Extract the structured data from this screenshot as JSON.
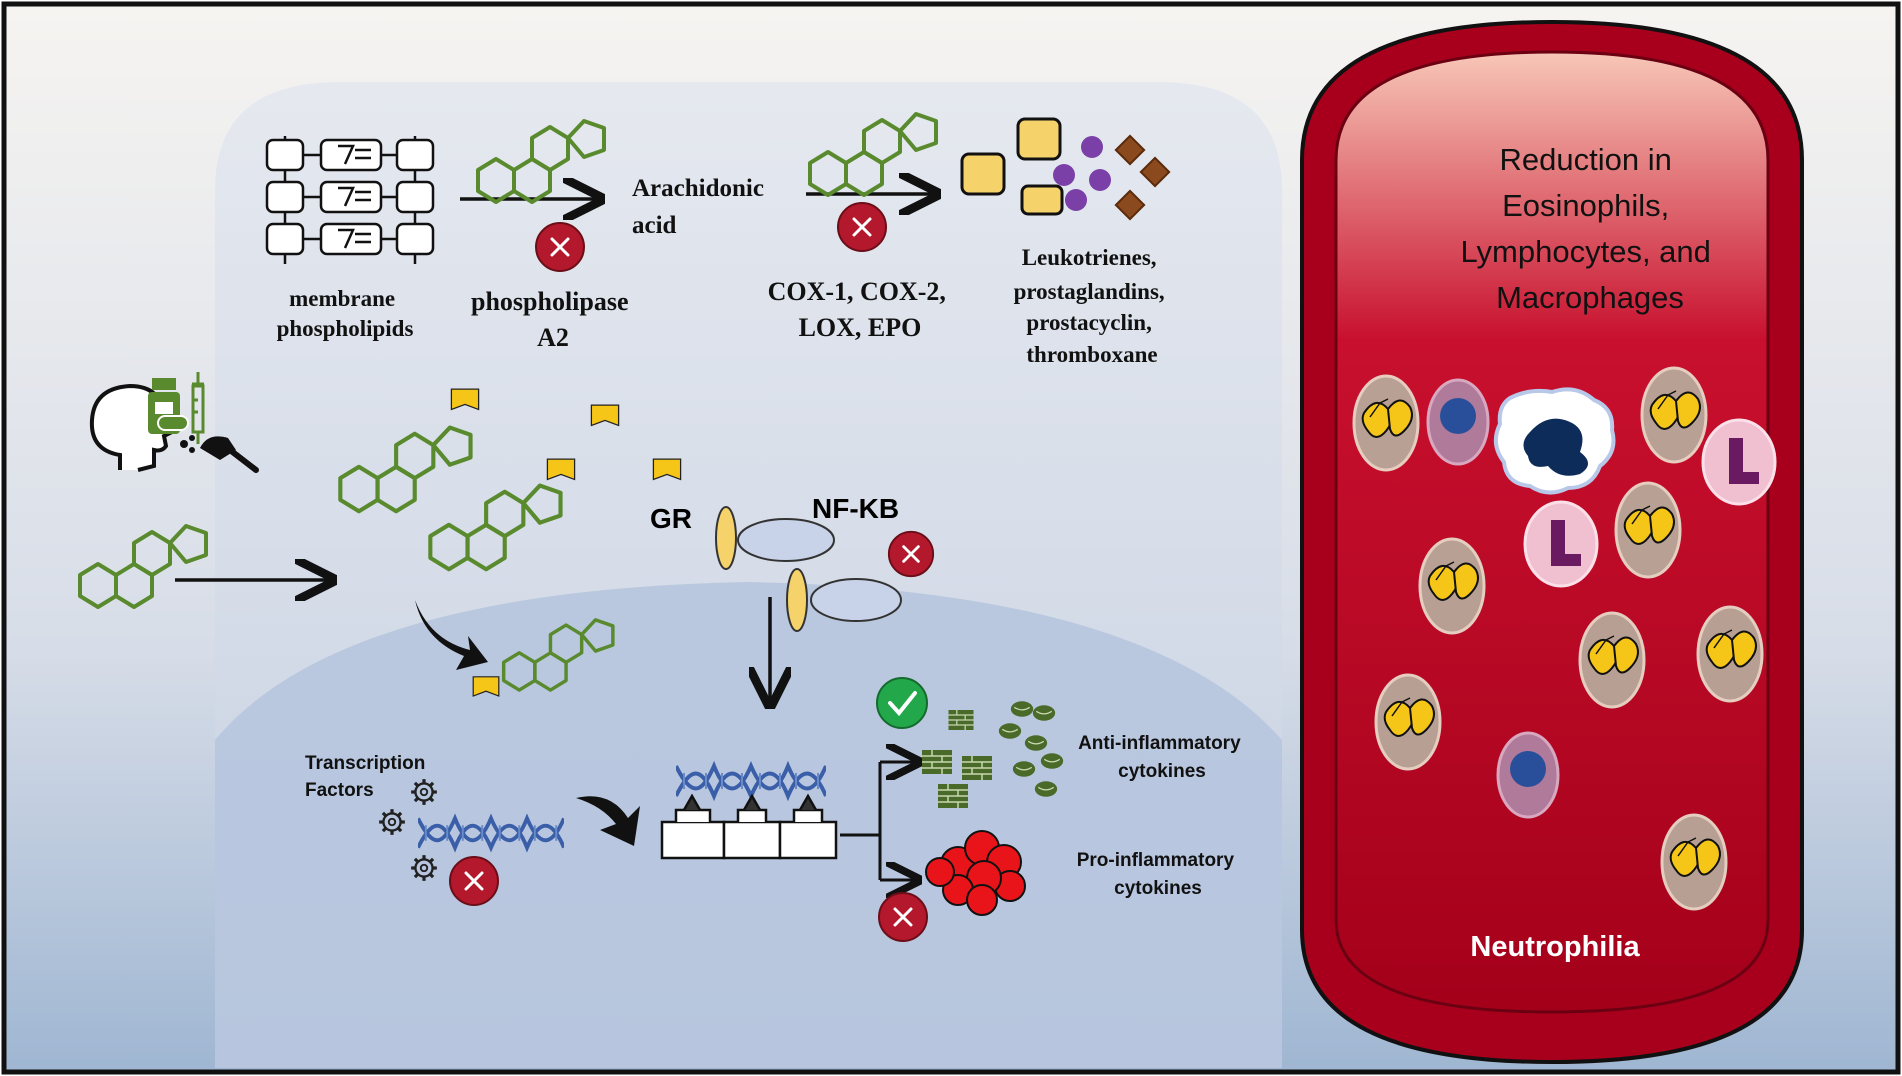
{
  "pathway": {
    "membrane_label": [
      "membrane",
      "phospholipids"
    ],
    "enzyme_label": [
      "phospholipase",
      "A2"
    ],
    "substrate_label": [
      "Arachidonic",
      "acid"
    ],
    "cox_label": [
      "COX-1, COX-2,",
      "LOX, EPO"
    ],
    "products_label": [
      "Leukotrienes,",
      "prostaglandins,",
      "prostacyclin,",
      "thromboxane"
    ]
  },
  "receptors": {
    "gr_label": "GR",
    "nfkb_label": "NF-KB"
  },
  "transcription": {
    "tf_label": [
      "Transcription",
      "Factors"
    ],
    "anti_label": [
      "Anti-inflammatory",
      "cytokines"
    ],
    "pro_label": [
      "Pro-inflammatory",
      "cytokines"
    ]
  },
  "vessel": {
    "title_lines": [
      "Reduction in",
      "Eosinophils,",
      "Lymphocytes, and",
      "Macrophages"
    ],
    "bottom_label": "Neutrophilia"
  },
  "colors": {
    "steroid_green": "#5a8a2e",
    "inhibit_red": "#b3182c",
    "check_green": "#22a84a",
    "vessel_red": "#a8001c",
    "dna_blue": "#3a5fa8",
    "gold": "#f5c518"
  },
  "icons": [
    "patient-inhaler-icon",
    "pill-bottle-icon",
    "syringe-icon",
    "gear-icon",
    "dna-icon",
    "checkmark-icon",
    "inhibit-x-icon"
  ]
}
